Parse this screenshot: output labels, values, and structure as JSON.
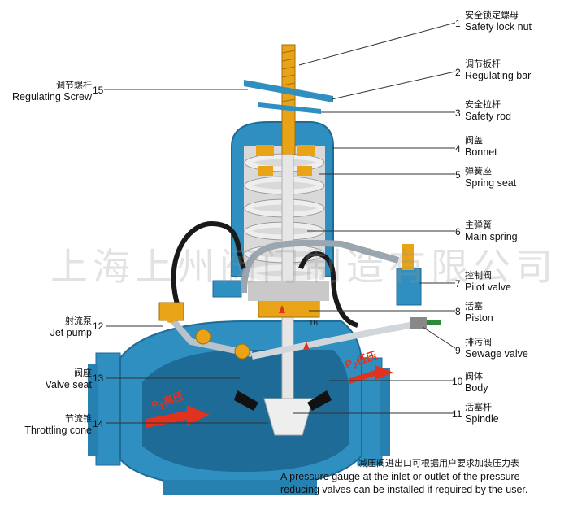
{
  "watermark": "上海上州阀门制造有限公司",
  "labels_right": [
    {
      "num": "1",
      "cn": "安全锁定螺母",
      "en": "Safety lock nut"
    },
    {
      "num": "2",
      "cn": "调节扳杆",
      "en": "Regulating bar"
    },
    {
      "num": "3",
      "cn": "安全拉杆",
      "en": "Safety rod"
    },
    {
      "num": "4",
      "cn": "阀盖",
      "en": "Bonnet"
    },
    {
      "num": "5",
      "cn": "弹簧座",
      "en": "Spring seat"
    },
    {
      "num": "6",
      "cn": "主弹簧",
      "en": "Main spring"
    },
    {
      "num": "7",
      "cn": "控制阀",
      "en": "Pilot valve"
    },
    {
      "num": "8",
      "cn": "活塞",
      "en": "Piston"
    },
    {
      "num": "9",
      "cn": "排污阀",
      "en": "Sewage valve"
    },
    {
      "num": "10",
      "cn": "阀体",
      "en": "Body"
    },
    {
      "num": "11",
      "cn": "活塞杆",
      "en": "Spindle"
    }
  ],
  "labels_left": [
    {
      "num": "15",
      "cn": "调节螺杆",
      "en": "Regulating Screw"
    },
    {
      "num": "12",
      "cn": "射流泵",
      "en": "Jet pump"
    },
    {
      "num": "13",
      "cn": "阀座",
      "en": "Valve seat"
    },
    {
      "num": "14",
      "cn": "节流锥",
      "en": "Throttling cone"
    }
  ],
  "inner_label": "16",
  "flow_in": {
    "p": "P",
    "sub": "1",
    "text": "高压"
  },
  "flow_out": {
    "p": "P",
    "sub": "2",
    "text": "低压"
  },
  "note": {
    "cn": "减压阀进出口可根据用户要求加装压力表",
    "en_line1": "A pressure gauge at the inlet or outlet of the pressure",
    "en_line2": "reducing valves can be installed if required by the user."
  },
  "colors": {
    "body": "#2f8fc0",
    "body_dark": "#1d6b96",
    "interior": "#d9d9d9",
    "spring": "#e8e8e8",
    "accent": "#e8a317",
    "arrow": "#e0321e",
    "tube": "#1a1a1a"
  }
}
